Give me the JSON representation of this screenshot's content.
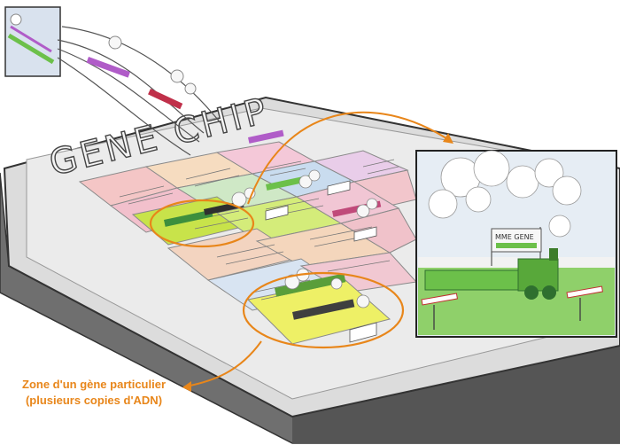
{
  "chip": {
    "title": "GENE CHIP"
  },
  "inset": {
    "banner": "MME GENE"
  },
  "caption": {
    "line1": "Zone d'un gène particulier",
    "line2": "(plusieurs copies d'ADN)"
  },
  "colors": {
    "accent_orange": "#e8861a",
    "chip_base": "#d9d9d9",
    "chip_side": "#6f6f6f",
    "highlight_yellow": "#eef066",
    "highlight_green": "#c8e34a",
    "dna_train": "#6cc04a"
  },
  "icons": [
    "steam-icon",
    "train-icon",
    "barrier-icon",
    "dna-strand-icon"
  ]
}
